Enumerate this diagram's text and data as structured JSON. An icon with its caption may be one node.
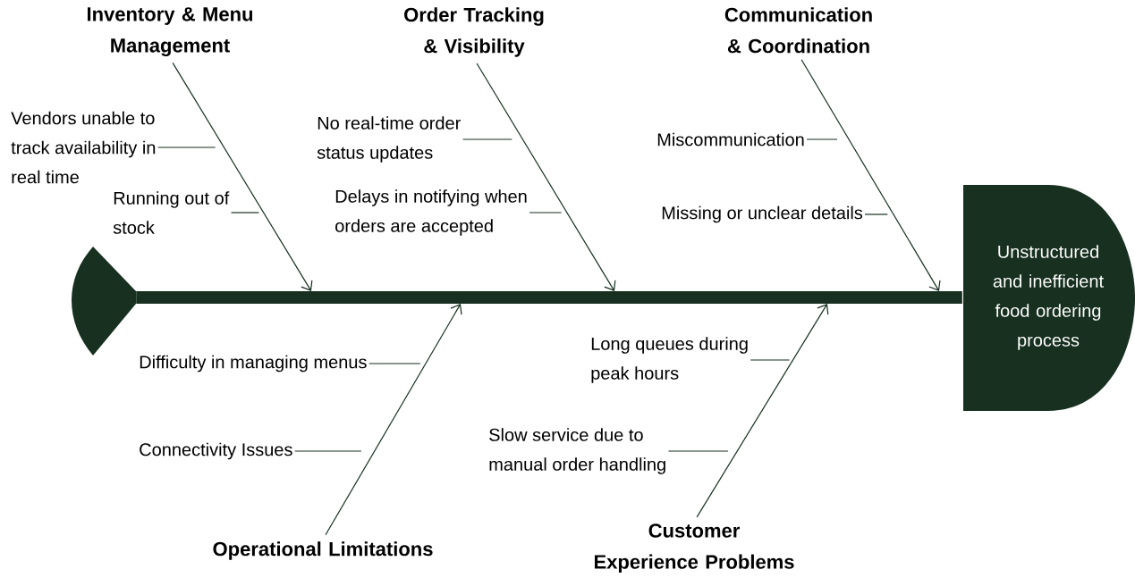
{
  "diagram": {
    "nodes": [
      {
        "text": [
          "Unstructured and inefficient food ordering process"
        ]
      },
      {
        "text": [],
        "shape": "tail"
      },
      {
        "text": [
          "Inventory & Menu Management"
        ]
      },
      {
        "text": [
          "Vendors unable to track availability in real time"
        ]
      },
      {
        "text": [
          "Running out of stock"
        ]
      },
      {
        "text": [
          "Order Tracking & Visibility"
        ]
      },
      {
        "text": [
          "No real-time order status updates"
        ]
      },
      {
        "text": [
          "Delays in notifying when orders are accepted"
        ]
      },
      {
        "text": [
          "Communication & Coordination"
        ]
      },
      {
        "text": [
          "Miscommunication"
        ]
      },
      {
        "text": [
          "Missing or unclear details"
        ]
      },
      {
        "text": [
          "Difficulty in managing menus"
        ]
      },
      {
        "text": [
          "Connectivity Issues"
        ]
      },
      {
        "text": [
          "Operational Limitations"
        ]
      },
      {
        "text": [
          "Long queues during peak hours"
        ]
      },
      {
        "text": [
          "Slow service due to manual order handling"
        ]
      },
      {
        "text": [
          "Customer Experience Problems"
        ]
      }
    ],
    "edges": [
      {
        "from": 1,
        "to": 0,
        "arrow": "none",
        "style": "thick"
      },
      {
        "from": 2,
        "to": null,
        "arrow": "to"
      },
      {
        "from": 5,
        "to": null,
        "arrow": "to"
      },
      {
        "from": 8,
        "to": null,
        "arrow": "to"
      },
      {
        "from": 13,
        "to": null,
        "arrow": "to"
      },
      {
        "from": 16,
        "to": null,
        "arrow": "to"
      },
      {
        "from": 3,
        "to": null,
        "arrow": "none"
      },
      {
        "from": 4,
        "to": null,
        "arrow": "none"
      },
      {
        "from": 6,
        "to": null,
        "arrow": "none"
      },
      {
        "from": 7,
        "to": null,
        "arrow": "none"
      },
      {
        "from": 9,
        "to": null,
        "arrow": "none"
      },
      {
        "from": 10,
        "to": null,
        "arrow": "none"
      },
      {
        "from": 11,
        "to": null,
        "arrow": "none"
      },
      {
        "from": 12,
        "to": null,
        "arrow": "none"
      },
      {
        "from": 14,
        "to": null,
        "arrow": "none"
      },
      {
        "from": 15,
        "to": null,
        "arrow": "none"
      }
    ]
  }
}
